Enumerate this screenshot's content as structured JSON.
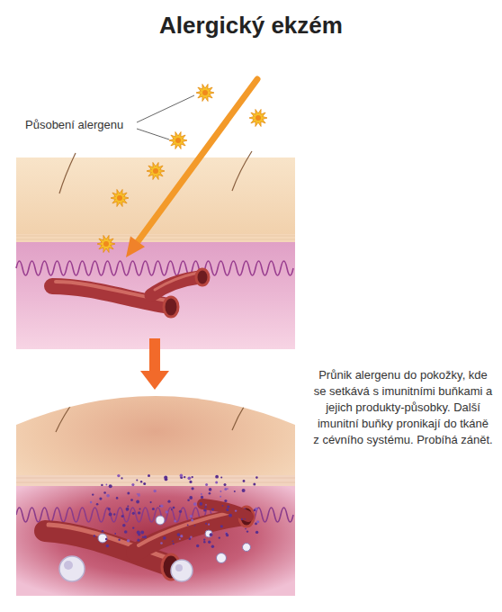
{
  "diagram": {
    "title": "Alergický ekzém",
    "labels": [
      "Působení alergenu",
      "Průnik alergenu do pokožky, kde se setkává s imunitními buňkami a jejich produkty-působky. Další imunitní buňky pronikají do tkáně z cévního systému. Probíhá zánět."
    ]
  }
}
